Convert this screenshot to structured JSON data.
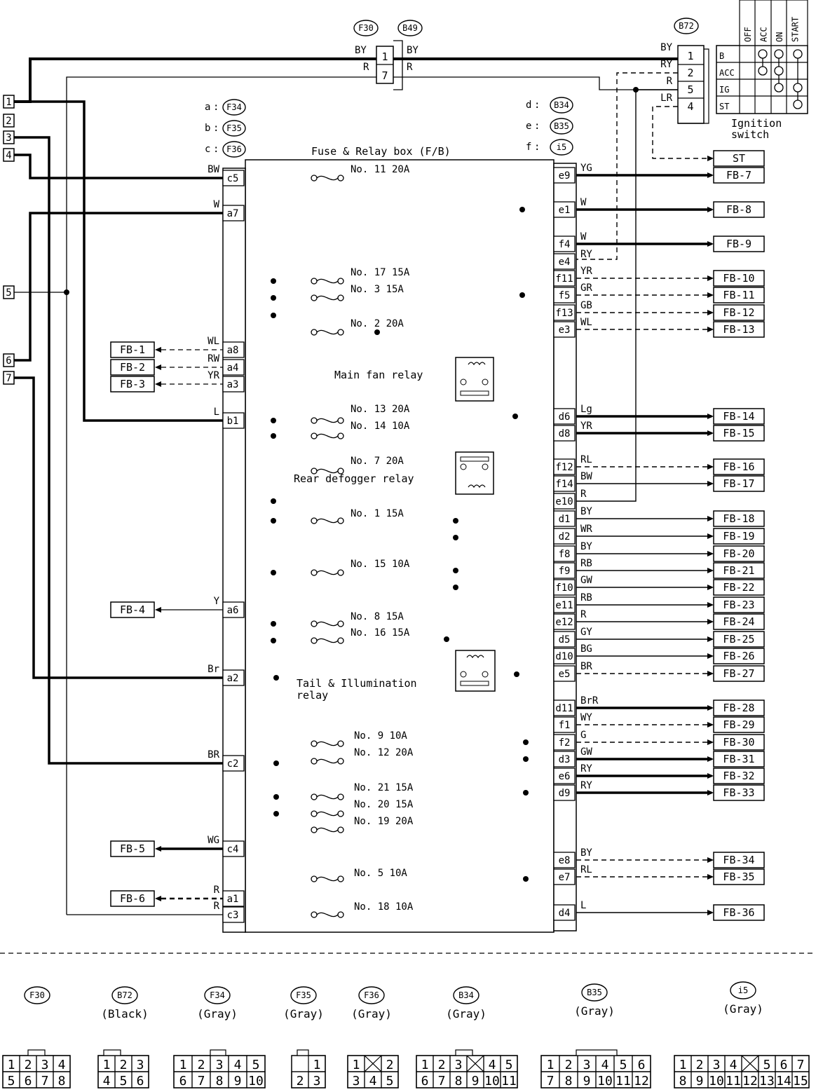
{
  "top_connectors": {
    "f30": "F30",
    "b49": "B49",
    "b72": "B72",
    "pin1": "1",
    "pin7": "7",
    "wire_by_left": "BY",
    "wire_r_left": "R",
    "wire_by_right": "BY",
    "wire_r_right": "R"
  },
  "ignition": {
    "pins": [
      "1",
      "2",
      "5",
      "4"
    ],
    "wires": [
      "BY",
      "RY",
      "R",
      "LR"
    ],
    "terminals": [
      "B",
      "ACC",
      "IG",
      "ST"
    ],
    "positions": [
      "OFF",
      "ACC",
      "ON",
      "START"
    ],
    "label_line1": "Ignition",
    "label_line2": "switch"
  },
  "connector_keys": {
    "a": "a",
    "b": "b",
    "c": "c",
    "d": "d",
    "e": "e",
    "f": "f",
    "a_conn": "F34",
    "b_conn": "F35",
    "c_conn": "F36",
    "d_conn": "B34",
    "e_conn": "B35",
    "f_conn": "i5"
  },
  "box_title": "Fuse & Relay box (F/B)",
  "left_terminals": [
    "1",
    "2",
    "3",
    "4",
    "5",
    "6",
    "7"
  ],
  "left_pins": [
    "c5",
    "a7",
    "a8",
    "a4",
    "a3",
    "b1",
    "a6",
    "a2",
    "c2",
    "c4",
    "a1",
    "c3"
  ],
  "left_wires": [
    "BW",
    "W",
    "WL",
    "RW",
    "YR",
    "L",
    "Y",
    "Br",
    "BR",
    "WG",
    "R",
    "R"
  ],
  "left_outputs": [
    "FB-1",
    "FB-2",
    "FB-3",
    "FB-4",
    "FB-5",
    "FB-6"
  ],
  "right_pins": [
    "e9",
    "e1",
    "f4",
    "e4",
    "f11",
    "f5",
    "f13",
    "e3",
    "d6",
    "d8",
    "f12",
    "f14",
    "e10",
    "d1",
    "d2",
    "f8",
    "f9",
    "f10",
    "e11",
    "e12",
    "d5",
    "d10",
    "e5",
    "d11",
    "f1",
    "f2",
    "d3",
    "e6",
    "d9",
    "e8",
    "e7",
    "d4"
  ],
  "right_wires": [
    "YG",
    "W",
    "W",
    "RY",
    "YR",
    "GR",
    "GB",
    "WL",
    "Lg",
    "YR",
    "RL",
    "BW",
    "R",
    "BY",
    "WR",
    "BY",
    "RB",
    "GW",
    "RB",
    "R",
    "GY",
    "BG",
    "BR",
    "BrR",
    "WY",
    "G",
    "GW",
    "RY",
    "RY",
    "BY",
    "RL",
    "L"
  ],
  "right_outputs": [
    "ST",
    "FB-7",
    "FB-8",
    "FB-9",
    "FB-10",
    "FB-11",
    "FB-12",
    "FB-13",
    "FB-14",
    "FB-15",
    "FB-16",
    "FB-17",
    "FB-18",
    "FB-19",
    "FB-20",
    "FB-21",
    "FB-22",
    "FB-23",
    "FB-24",
    "FB-25",
    "FB-26",
    "FB-27",
    "FB-28",
    "FB-29",
    "FB-30",
    "FB-31",
    "FB-32",
    "FB-33",
    "FB-34",
    "FB-35",
    "FB-36"
  ],
  "fuses": [
    "No. 11 20A",
    "No. 17 15A",
    "No. 3  15A",
    "No. 2  20A",
    "No. 13 20A",
    "No. 14 10A",
    "No. 7  20A",
    "No. 1  15A",
    "No. 15 10A",
    "No. 8  15A",
    "No. 16 15A",
    "No. 9  10A",
    "No. 12 20A",
    "No. 21 15A",
    "No. 20 15A",
    "No. 19 20A",
    "No. 5  10A",
    "No. 18 10A"
  ],
  "relays": {
    "main_fan": "Main fan relay",
    "rear_defogger": "Rear defogger relay",
    "tail_line1": "Tail & Illumination",
    "tail_line2": "relay"
  },
  "legend": [
    {
      "code": "F30",
      "color": ""
    },
    {
      "code": "B72",
      "color": "(Black)"
    },
    {
      "code": "F34",
      "color": "(Gray)"
    },
    {
      "code": "F35",
      "color": "(Gray)"
    },
    {
      "code": "F36",
      "color": "(Gray)"
    },
    {
      "code": "B34",
      "color": "(Gray)"
    },
    {
      "code": "B35",
      "color": "(Gray)"
    },
    {
      "code": "i5",
      "color": "(Gray)"
    }
  ],
  "pinouts": {
    "f30": [
      [
        "1",
        "2",
        "3",
        "4"
      ],
      [
        "5",
        "6",
        "7",
        "8"
      ]
    ],
    "b72": [
      [
        "1",
        "2",
        "3"
      ],
      [
        "4",
        "5",
        "6"
      ]
    ],
    "f34": [
      [
        "1",
        "2",
        "3",
        "4",
        "5"
      ],
      [
        "6",
        "7",
        "8",
        "9",
        "10"
      ]
    ],
    "f35": [
      [
        "1"
      ],
      [
        "2",
        "3"
      ]
    ],
    "f36": [
      [
        "1",
        "",
        "2"
      ],
      [
        "3",
        "4",
        "5"
      ]
    ],
    "b34": [
      [
        "1",
        "2",
        "3",
        "",
        "4",
        "5"
      ],
      [
        "6",
        "7",
        "8",
        "9",
        "10",
        "11"
      ]
    ],
    "b35": [
      [
        "1",
        "2",
        "3",
        "4",
        "5",
        "6"
      ],
      [
        "7",
        "8",
        "9",
        "10",
        "11",
        "12"
      ]
    ],
    "i5": [
      [
        "1",
        "2",
        "3",
        "4",
        "",
        "5",
        "6",
        "7"
      ],
      [
        "8",
        "9",
        "10",
        "11",
        "12",
        "13",
        "14",
        "15"
      ]
    ]
  }
}
